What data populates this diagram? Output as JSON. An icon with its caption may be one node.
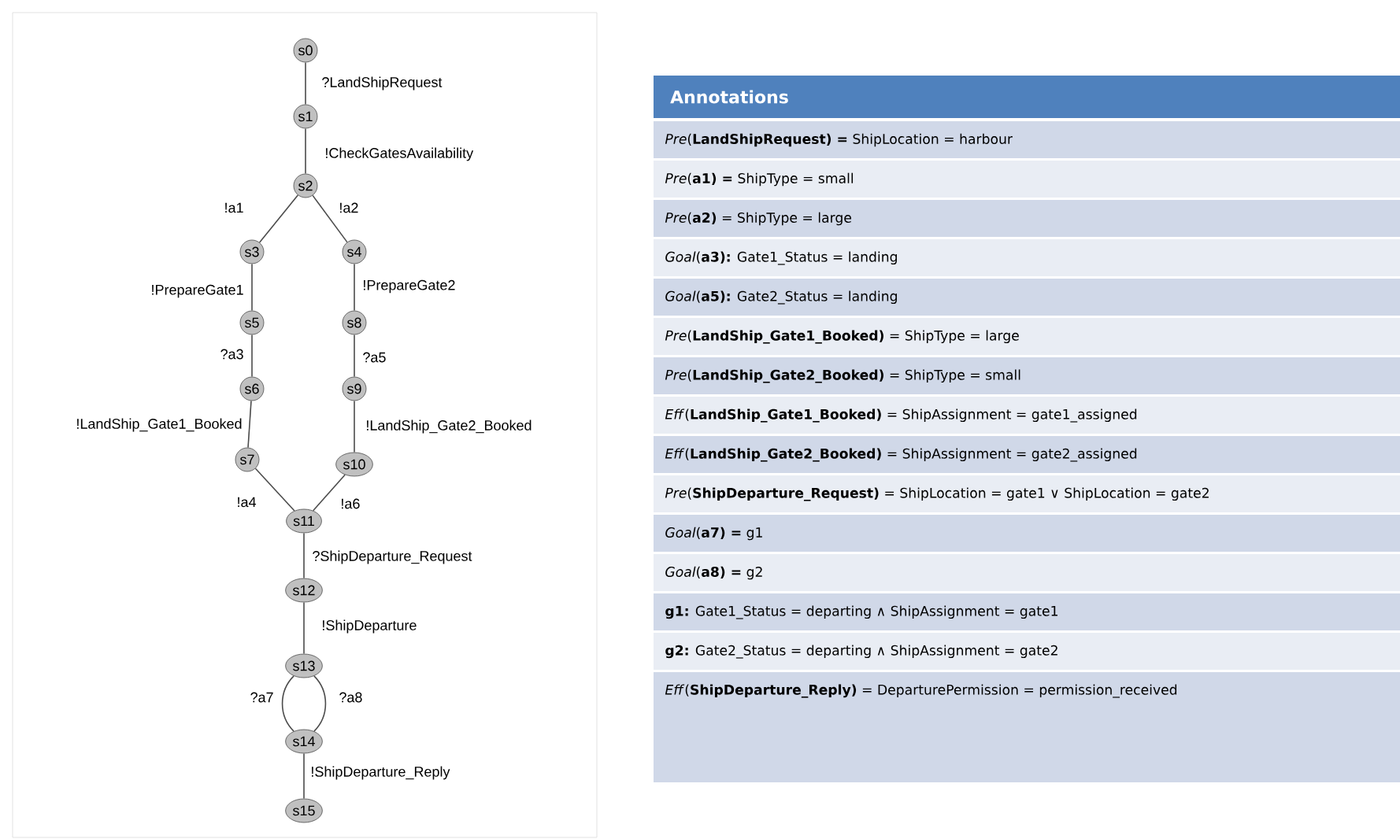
{
  "diagram": {
    "nodes": [
      {
        "text": [
          "s0"
        ]
      },
      {
        "text": [
          "s1"
        ]
      },
      {
        "text": [
          "s2"
        ]
      },
      {
        "text": [
          "s3"
        ]
      },
      {
        "text": [
          "s4"
        ]
      },
      {
        "text": [
          "s5"
        ]
      },
      {
        "text": [
          "s6"
        ]
      },
      {
        "text": [
          "s7"
        ]
      },
      {
        "text": [
          "s8"
        ]
      },
      {
        "text": [
          "s9"
        ]
      },
      {
        "text": [
          "s10"
        ]
      },
      {
        "text": [
          "s11"
        ]
      },
      {
        "text": [
          "s12"
        ]
      },
      {
        "text": [
          "s13"
        ]
      },
      {
        "text": [
          "s14"
        ]
      },
      {
        "text": [
          "s15"
        ]
      }
    ],
    "edges": [
      {
        "from": 0,
        "to": 1,
        "arrow": "none",
        "label": "?LandShipRequest"
      },
      {
        "from": 1,
        "to": 2,
        "arrow": "none",
        "label": "!CheckGatesAvailability"
      },
      {
        "from": 2,
        "to": 3,
        "arrow": "none",
        "label": "!a1"
      },
      {
        "from": 2,
        "to": 4,
        "arrow": "none",
        "label": "!a2"
      },
      {
        "from": 3,
        "to": 5,
        "arrow": "none",
        "label": "!PrepareGate1"
      },
      {
        "from": 4,
        "to": 8,
        "arrow": "none",
        "label": "!PrepareGate2"
      },
      {
        "from": 5,
        "to": 6,
        "arrow": "none",
        "label": "?a3"
      },
      {
        "from": 8,
        "to": 9,
        "arrow": "none",
        "label": "?a5"
      },
      {
        "from": 6,
        "to": 7,
        "arrow": "none",
        "label": "!LandShip_Gate1_Booked"
      },
      {
        "from": 9,
        "to": 10,
        "arrow": "none",
        "label": "!LandShip_Gate2_Booked"
      },
      {
        "from": 7,
        "to": 11,
        "arrow": "none",
        "label": "!a4"
      },
      {
        "from": 10,
        "to": 11,
        "arrow": "none",
        "label": "!a6"
      },
      {
        "from": 11,
        "to": 12,
        "arrow": "none",
        "label": "?ShipDeparture_Request"
      },
      {
        "from": 12,
        "to": 13,
        "arrow": "none",
        "label": "!ShipDeparture"
      },
      {
        "from": 13,
        "to": 14,
        "arrow": "none",
        "label": "?a7"
      },
      {
        "from": 13,
        "to": 14,
        "arrow": "none",
        "label": "?a8"
      },
      {
        "from": 14,
        "to": 15,
        "arrow": "none",
        "label": "!ShipDeparture_Reply"
      }
    ],
    "labels": [
      "Annotations",
      "*Pre*(**LandShipRequest) =**  ShipLocation = harbour",
      "*Pre*(**a1) =**  ShipType = small",
      "*Pre*(**a2)** = ShipType = large",
      "*Goal*(**a3):** Gate1_Status = landing",
      "*Goal*(**a5):** Gate2_Status = landing",
      "*Pre*(**LandShip_Gate1_Booked)** = ShipType = large",
      "*Pre*(**LandShip_Gate2_Booked)** = ShipType = small",
      "*Eff*(**LandShip_Gate1_Booked)** = ShipAssignment = gate1_assigned",
      "*Eff*(**LandShip_Gate2_Booked)** = ShipAssignment = gate2_assigned",
      "*Pre*(**ShipDeparture_Request)** = ShipLocation = gate1 ∨ ShipLocation = gate2",
      "*Goal*(**a7) =** g1",
      "*Goal*(**a8) =** g2",
      "**g1:** Gate1_Status = departing ∧ ShipAssignment = gate1",
      "**g2:** Gate2_Status = departing ∧ ShipAssignment = gate2",
      "*Eff*(**ShipDeparture_Reply)** = DeparturePermission = permission_received"
    ]
  }
}
